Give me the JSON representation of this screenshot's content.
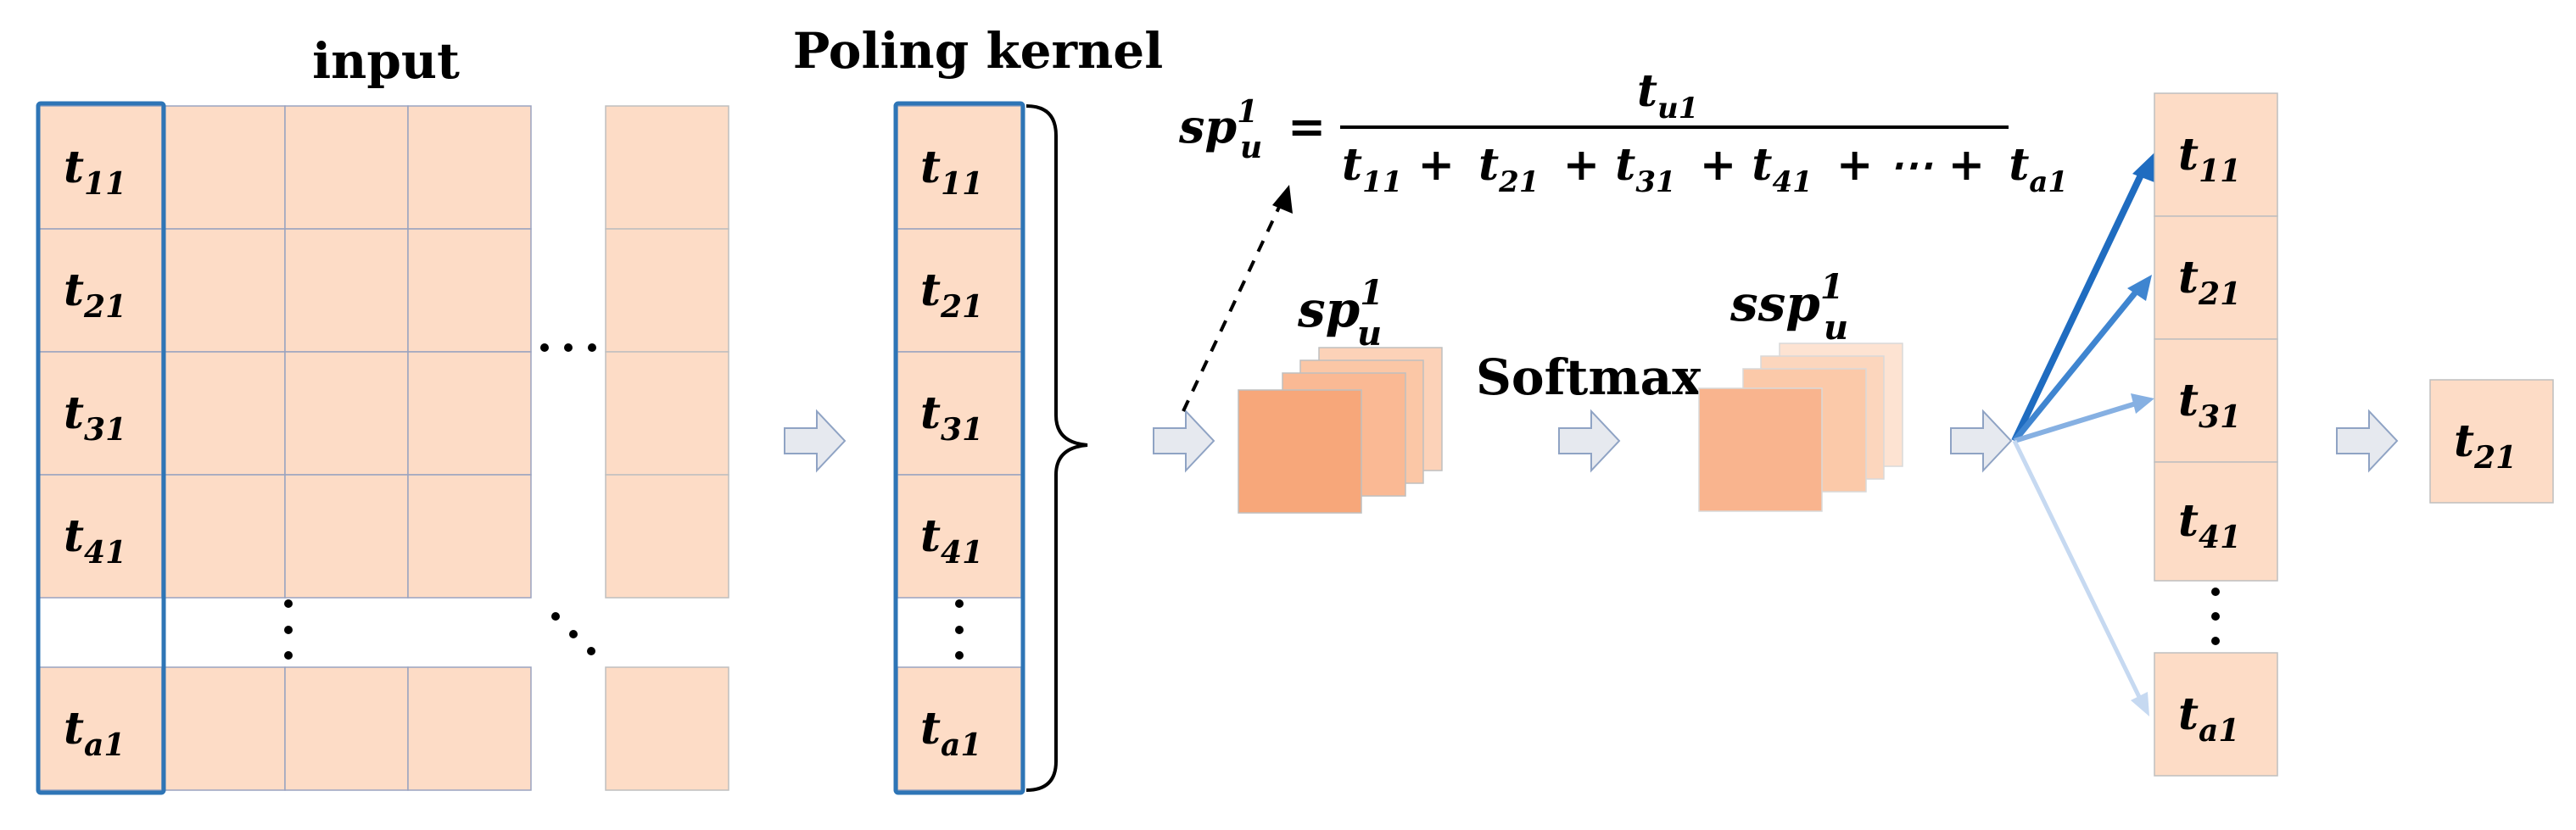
{
  "input_title": "input",
  "kernel_title": "Poling kernel",
  "cells": {
    "t11": {
      "base": "t",
      "sub": "11"
    },
    "t21": {
      "base": "t",
      "sub": "21"
    },
    "t31": {
      "base": "t",
      "sub": "31"
    },
    "t41": {
      "base": "t",
      "sub": "41"
    },
    "ta1": {
      "base": "t",
      "sub": "a1"
    }
  },
  "softmax_label": "Softmax",
  "sp_label": {
    "base": "sp",
    "sup": "1",
    "sub": "u"
  },
  "ssp_label": {
    "base": "ssp",
    "sup": "1",
    "sub": "u"
  },
  "formula": {
    "lhs": {
      "base": "sp",
      "sup": "1",
      "sub": "u"
    },
    "equals": "=",
    "numerator": {
      "base": "t",
      "sub": "u1"
    },
    "denominator": [
      {
        "base": "t",
        "sub": "11"
      },
      {
        "op": "+"
      },
      {
        "base": "t",
        "sub": "21"
      },
      {
        "op": "+"
      },
      {
        "base": "t",
        "sub": "31"
      },
      {
        "op": "+"
      },
      {
        "base": "t",
        "sub": "41"
      },
      {
        "op": "+ ⋯ +"
      },
      {
        "base": "t",
        "sub": "a1"
      }
    ]
  },
  "output": {
    "base": "t",
    "sub": "21"
  },
  "colors": {
    "cell_fill": "#fddcc6",
    "cell_border": "#bfbfbf",
    "grid_line": "#9aa3c0",
    "highlight_border": "#2e75b6",
    "arrow_fill": "#e6e9ef",
    "arrow_stroke": "#8fa3c4",
    "map_dark": "#f7a77a",
    "map_light": "#fbcdb0",
    "weight_1": "#1f6cc0",
    "weight_2": "#3f85d0",
    "weight_3": "#86b0e2",
    "weight_4": "#c6d9f1"
  }
}
